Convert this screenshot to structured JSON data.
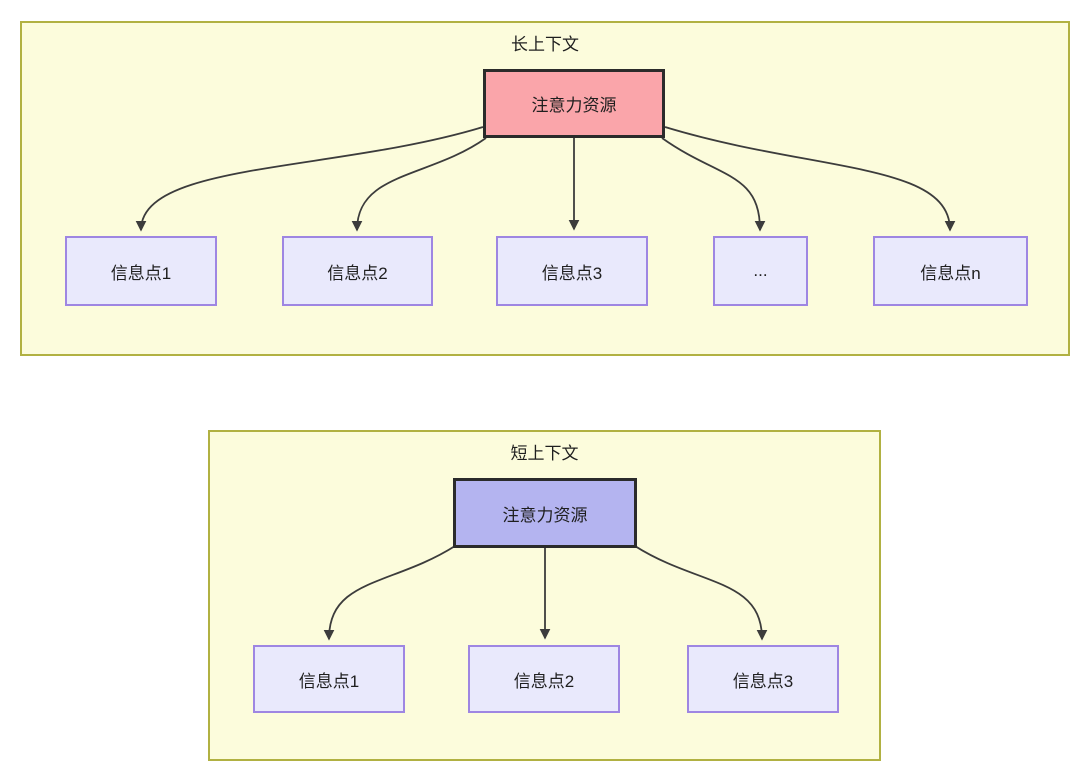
{
  "long_context": {
    "title": "长上下文",
    "attention_label": "注意力资源",
    "info_points": [
      "信息点1",
      "信息点2",
      "信息点3",
      "...",
      "信息点n"
    ]
  },
  "short_context": {
    "title": "短上下文",
    "attention_label": "注意力资源",
    "info_points": [
      "信息点1",
      "信息点2",
      "信息点3"
    ]
  },
  "colors": {
    "container_fill": "#fcfcdc",
    "container_border": "#b1b142",
    "attention_long_fill": "#faa5aa",
    "attention_short_fill": "#b4b4f0",
    "attention_border": "#2b2b2b",
    "info_fill": "#e9e9fc",
    "info_border": "#9e86e2",
    "arrow": "#3c3c3c",
    "text": "#1f1f1f"
  }
}
